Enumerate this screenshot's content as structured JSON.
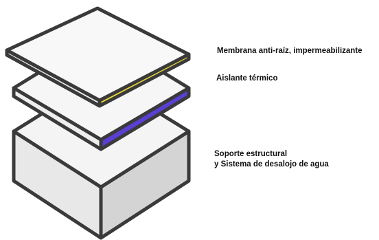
{
  "layers": {
    "membrane": {
      "label": "Membrana anti-raíz, impermeabilizante",
      "accent_color": "#e7d83a"
    },
    "insulation": {
      "label": "Aislante térmico",
      "accent_color": "#5a3fd0"
    },
    "support": {
      "label_line1": "Soporte estructural",
      "label_line2": "y Sistema de desalojo de agua"
    }
  },
  "colors": {
    "outline": "#3a3a3a",
    "top_face": "#f4f4f4",
    "left_face": "#e8e8e8",
    "right_face": "#d4d4d4"
  }
}
